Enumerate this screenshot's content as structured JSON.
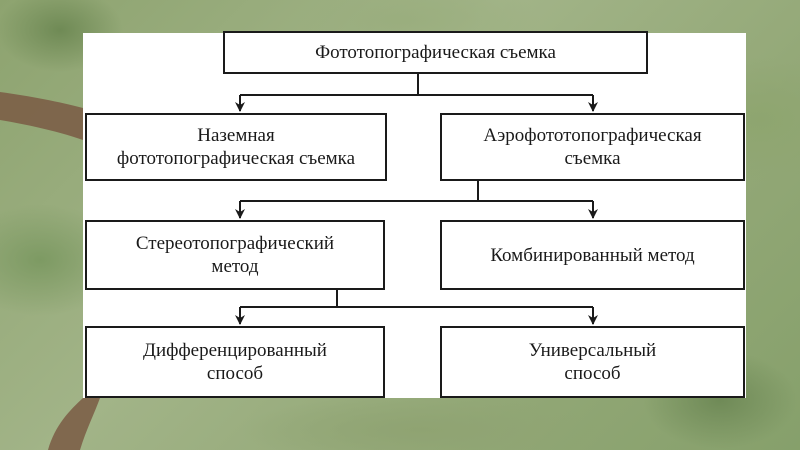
{
  "diagram": {
    "root": {
      "label": "Фототопографическая съемка"
    },
    "ground": {
      "line1": "Наземная",
      "line2": "фототопографическая съемка"
    },
    "aerial": {
      "line1": "Аэрофототопографическая",
      "line2": "съемка"
    },
    "stereo": {
      "line1": "Стереотопографический",
      "line2": "метод"
    },
    "combined": {
      "label": "Комбинированный метод"
    },
    "differentiated": {
      "line1": "Дифференцированный",
      "line2": "способ"
    },
    "universal": {
      "line1": "Универсальный",
      "line2": "способ"
    }
  },
  "colors": {
    "line": "#1a1a1a",
    "panel": "#ffffff",
    "river": "#7a5a44"
  }
}
